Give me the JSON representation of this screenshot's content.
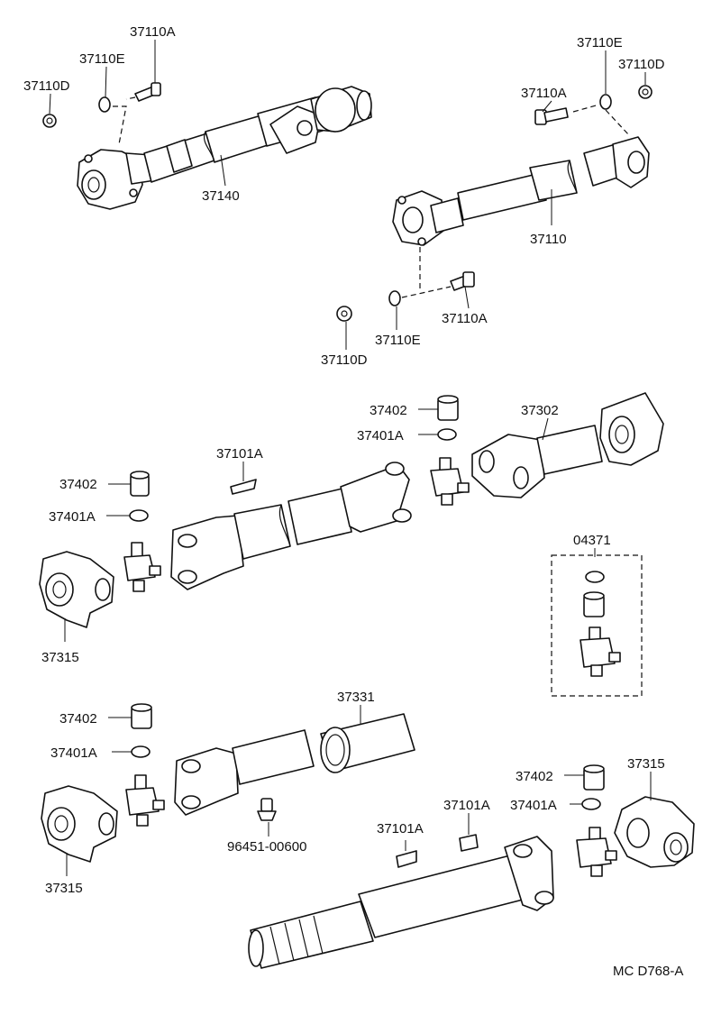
{
  "diagram": {
    "code": "MC  D768-A",
    "labels": {
      "l_37110A_1": "37110A",
      "l_37110E_1": "37110E",
      "l_37110D_1": "37110D",
      "l_37140": "37140",
      "l_37110E_2": "37110E",
      "l_37110D_2": "37110D",
      "l_37110A_2": "37110A",
      "l_37110_shaft": "37110",
      "l_37110A_3": "37110A",
      "l_37110E_3": "37110E",
      "l_37110D_3": "37110D",
      "l_37402_1": "37402",
      "l_37401A_1": "37401A",
      "l_37302": "37302",
      "l_37101A_1": "37101A",
      "l_37402_2": "37402",
      "l_37401A_2": "37401A",
      "l_37315_1": "37315",
      "l_04371": "04371",
      "l_37331": "37331",
      "l_37402_3": "37402",
      "l_37401A_3": "37401A",
      "l_96451": "96451-00600",
      "l_37315_2": "37315",
      "l_37402_4": "37402",
      "l_37401A_4": "37401A",
      "l_37315_3": "37315",
      "l_37101A_2": "37101A",
      "l_37101A_3": "37101A"
    }
  }
}
